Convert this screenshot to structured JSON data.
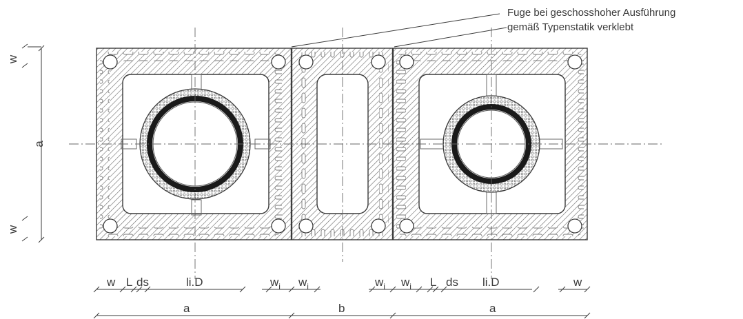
{
  "annotation": {
    "line1": "Fuge bei geschosshoher Ausführung",
    "line2": "gemäß Typenstatik verklebt"
  },
  "left_dimensions": {
    "w_top": "w",
    "a": "a",
    "w_bottom": "w"
  },
  "bottom_dimensions": {
    "row1": {
      "w_left": "w",
      "L_left": "L",
      "ds_left": "ds",
      "liD_left": "li.D",
      "wi_1": "w",
      "wi_1_sub": "i",
      "wi_2": "w",
      "wi_2_sub": "i",
      "wi_3": "w",
      "wi_3_sub": "i",
      "wi_4": "w",
      "wi_4_sub": "i",
      "L_right": "L",
      "ds_right": "ds",
      "liD_right": "li.D",
      "w_right": "w"
    },
    "row2": {
      "a_left": "a",
      "b": "b",
      "a_right": "a"
    }
  },
  "colors": {
    "line": "#3a3a3a",
    "pipe": "#1a1a1a",
    "background": "#ffffff"
  }
}
